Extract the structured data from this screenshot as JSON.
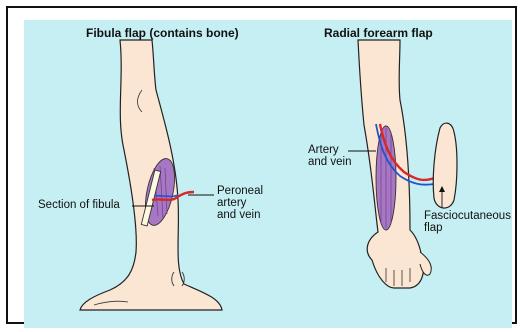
{
  "titles": {
    "left": "Fibula flap (contains bone)",
    "right": "Radial forearm flap"
  },
  "labels": {
    "section_of_fibula": "Section of fibula",
    "peroneal": "Peroneal\nartery\nand vein",
    "artery_vein": "Artery\nand vein",
    "fasciocutaneous": "Fasciocutaneous\nflap"
  },
  "colors": {
    "panel_background": "#c6eff3",
    "skin": "#fbe6d3",
    "muscle": "#a877c4",
    "artery": "#d62828",
    "vein": "#1f56c9",
    "bone": "#fdf8e0"
  }
}
